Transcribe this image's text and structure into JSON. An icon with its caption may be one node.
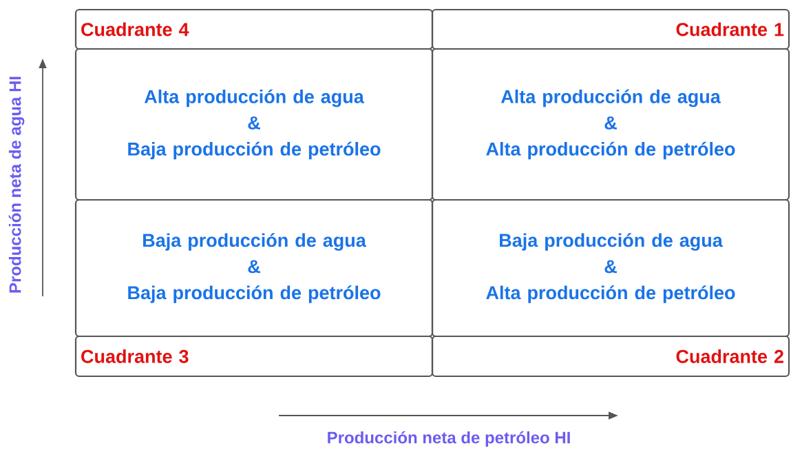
{
  "diagram": {
    "nodes": [
      {
        "text": [
          "Cuadrante 4"
        ]
      },
      {
        "text": [
          "Cuadrante 1"
        ]
      },
      {
        "text": [
          "Alta producción de agua",
          "&",
          "Baja producción de petróleo"
        ]
      },
      {
        "text": [
          "Alta producción de agua",
          "&",
          "Alta producción de petróleo"
        ]
      },
      {
        "text": [
          "Baja producción de agua",
          "&",
          "Baja producción de petróleo"
        ]
      },
      {
        "text": [
          "Baja producción de agua",
          "&",
          "Alta producción de petróleo"
        ]
      },
      {
        "text": [
          "Cuadrante 3"
        ]
      },
      {
        "text": [
          "Cuadrante 2"
        ]
      }
    ],
    "labels": [
      "Producción neta de agua HI",
      "Producción neta de petróleo HI"
    ]
  }
}
